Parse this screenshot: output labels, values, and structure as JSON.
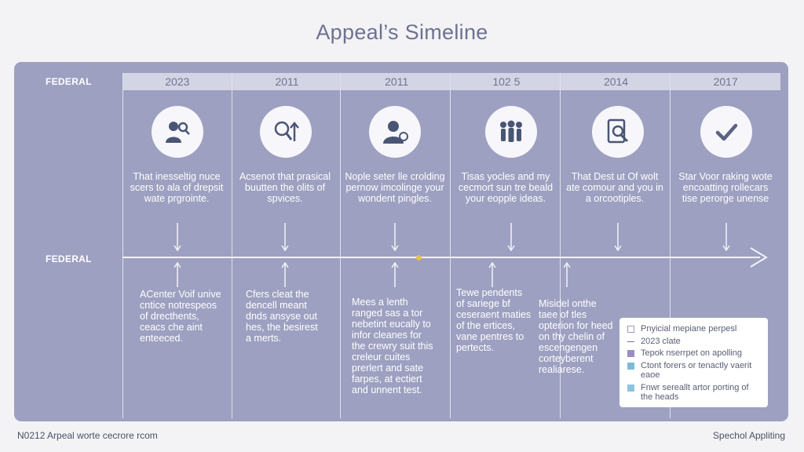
{
  "title": "Appeal’s Simeline",
  "row_labels": {
    "top": "FEDERAL",
    "middle": "FEDERAL"
  },
  "years": [
    "2023",
    "2011",
    "2011",
    "102 5",
    "2014",
    "2017"
  ],
  "icons": [
    "person-search-icon",
    "search-growth-icon",
    "person-badge-icon",
    "group-people-icon",
    "document-search-icon",
    "check-icon"
  ],
  "top_texts": [
    "That inesseltig nuce scers to ala of drepsit wate prgrointe.",
    "Acsenot that prasical buutten the olits of spvices.",
    "Nople seter lle crolding pernow imcolinge your wondent pingles.",
    "Tisas yocles and my cecmort sun tre beald your eopple ideas.",
    "That Dest ut Of wolt ate comour and you in a orcootiples.",
    "Star Voor raking wote encoatting rollecars tise perorge unense"
  ],
  "bottom_texts": [
    "ACenter Voif unive cntice notrespeos of drecthents, ceacs che aint enteeced.",
    "Cfers cleat the dencell meant dnds ansyse out hes, the besirest a merts.",
    "Mees a lenth ranged sas a tor nebetint eucally to infor cleanes for the crewry suit this creleur cuites prerlert and sate farpes, at ectiert and unnent test.",
    "Tewe pendents of sariege bf ceseraent maties of the ertices, vane pentres to pertects.",
    "Misidel onthe taee of tles opterion for heed on thy chelin of escengengen corteyberent realiarese."
  ],
  "legend": [
    {
      "label": "Pnyicial mepiane perpesl",
      "color": "#ffffff",
      "type": "box"
    },
    {
      "label": "2023 clate",
      "color": "#6d7190",
      "type": "line"
    },
    {
      "label": "Tepok nserrpet on apolling",
      "color": "#9b8cc4",
      "type": "box"
    },
    {
      "label": "Ctont forers or tenactly vaerit eaoe",
      "color": "#7fb9d6",
      "type": "box"
    },
    {
      "label": "Fnwr sereallt artor porting of the heads",
      "color": "#8fc3dd",
      "type": "box"
    }
  ],
  "footer": {
    "left": "N0212 Arpeal worte cecrore rcom",
    "right": "Spechol Appliting"
  },
  "colors": {
    "panel": "#9da0c0",
    "accent_dot": "#e6c24b",
    "year_strip": "#d3d5e5"
  }
}
